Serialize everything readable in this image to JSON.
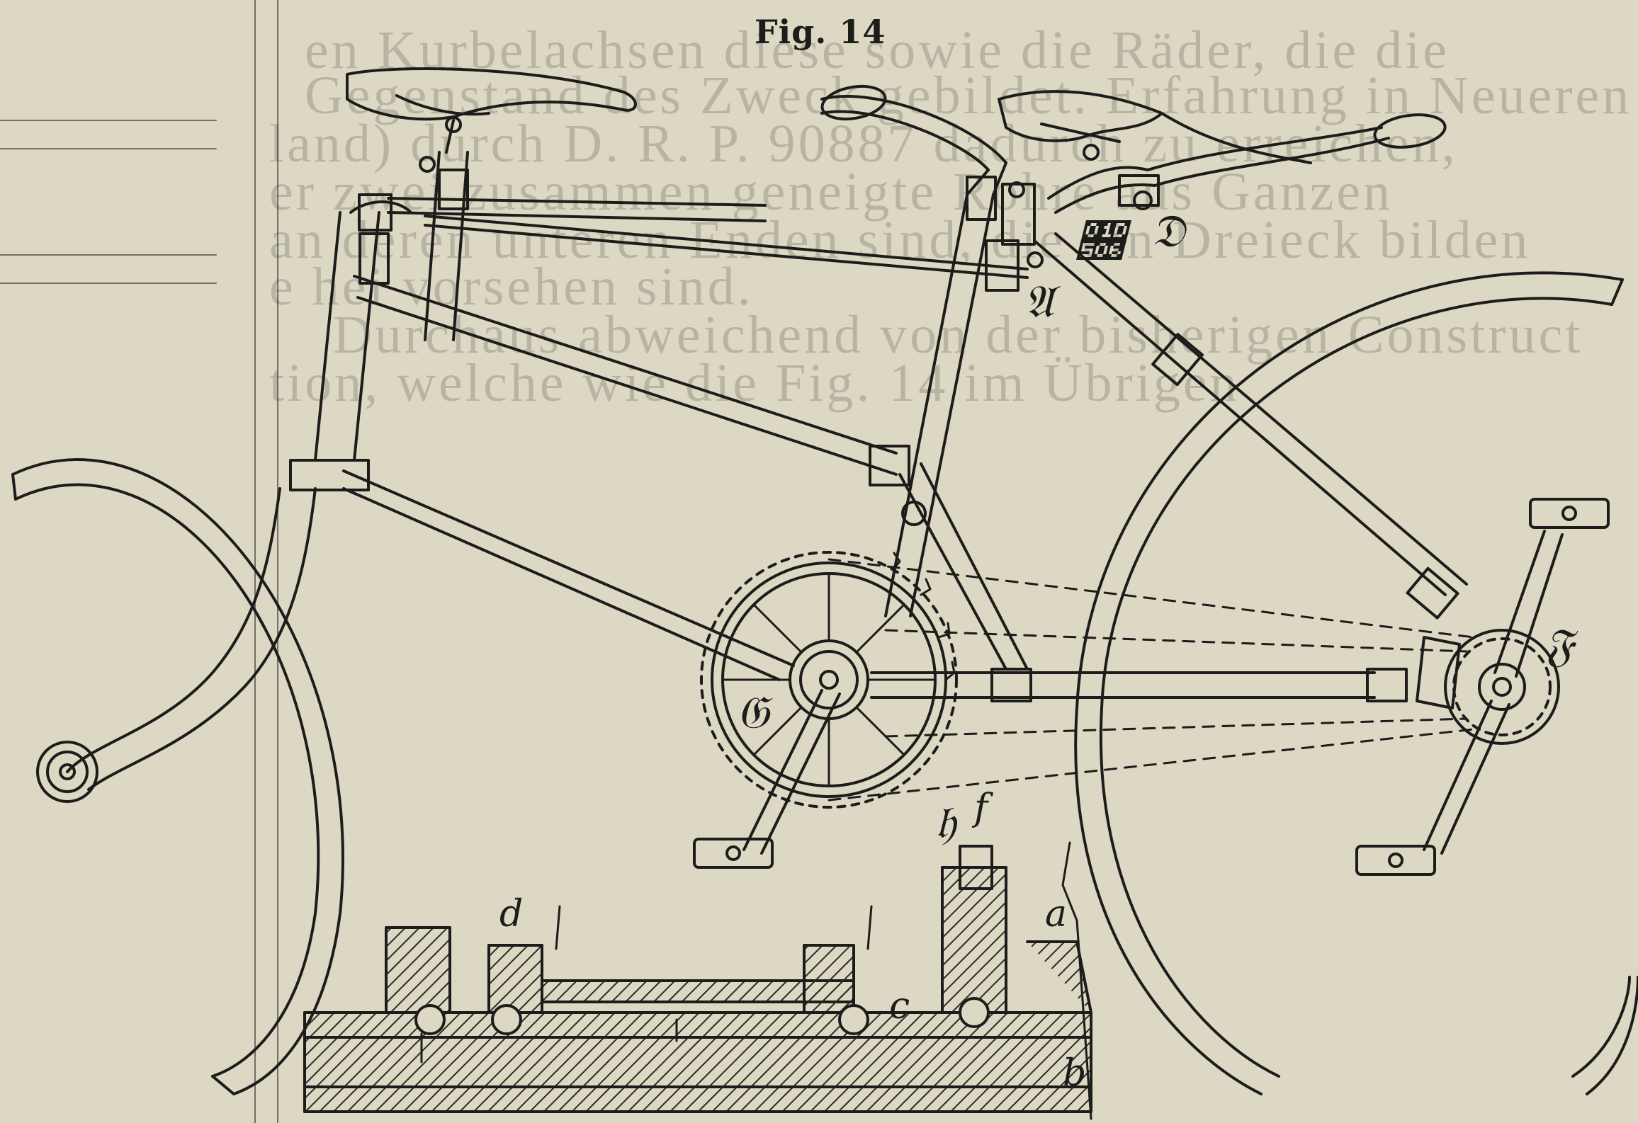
{
  "caption": "Fig. 14",
  "background_text": [
    "en Kurbelachsen diese sowie die Räder, die die",
    "Gegenstand des Zweck gebildet. Erfahrung in Neueren Patent",
    "land) durch D. R. P. 90887 dadurch zu erreichen,",
    "er zwei zusammen geneigte Rohre aus Ganzen",
    "an deren unteren Enden sind, die ein Dreieck bilden",
    "e hei vorsehen sind.",
    "Durchaus abweichend von der bisherigen Construct",
    "tion, welche wie die Fig. 14 im Übrigen"
  ],
  "labels": {
    "A": "𝔄",
    "C": "𝔆",
    "D": "𝔇",
    "F": "𝔉",
    "G": "𝔊",
    "H": "𝔥",
    "f": "f",
    "d": "d",
    "a": "a",
    "c": "c",
    "b": "b"
  },
  "colors": {
    "paper": "#dcd8c4",
    "ink": "#1c1c1a",
    "hatch": "#2a2a26"
  }
}
